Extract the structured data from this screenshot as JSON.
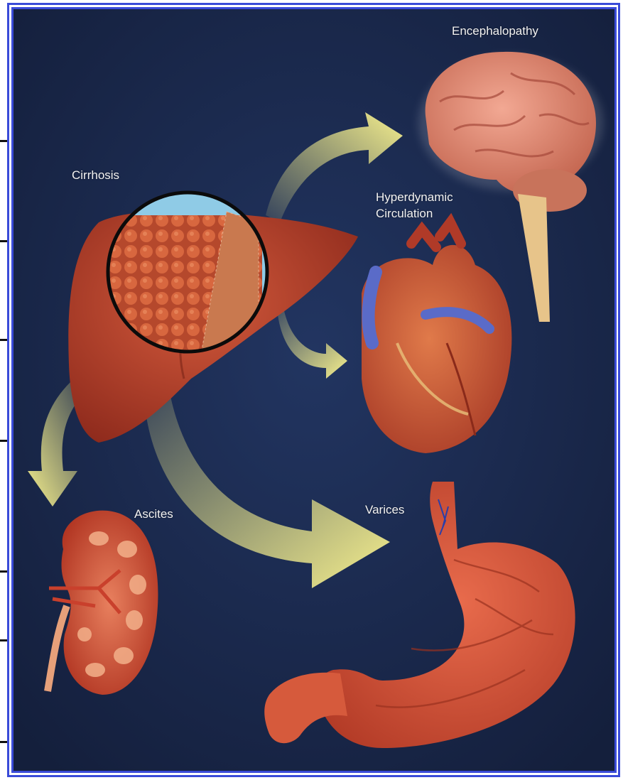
{
  "labels": {
    "cirrhosis": "Cirrhosis",
    "encephalopathy": "Encephalopathy",
    "hyperdynamic_line1": "Hyperdynamic",
    "hyperdynamic_line2": "Circulation",
    "ascites": "Ascites",
    "varices": "Varices"
  },
  "colors": {
    "background": "#1a2748",
    "frame": "#3a4bd8",
    "arrow": "#f2ec8a",
    "organ_red": "#c2452e",
    "vein_blue": "#5a6bc8"
  },
  "organs": [
    "liver-icon",
    "brain-icon",
    "heart-icon",
    "kidney-icon",
    "stomach-icon"
  ]
}
